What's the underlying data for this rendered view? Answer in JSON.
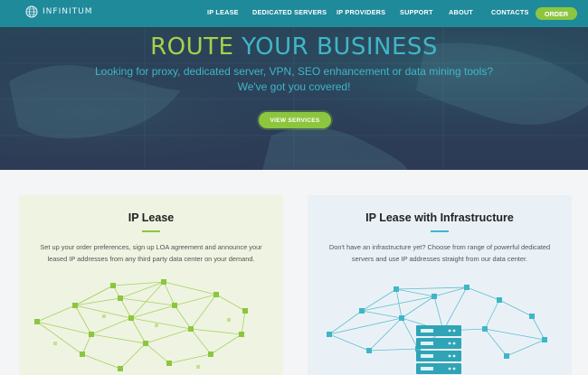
{
  "brand": {
    "name": "INFINITUM",
    "icon": "globe-icon"
  },
  "nav": {
    "items": [
      "IP LEASE",
      "DEDICATED SERVERS",
      "IP PROVIDERS",
      "SUPPORT",
      "ABOUT",
      "CONTACTS"
    ],
    "order_label": "ORDER"
  },
  "hero": {
    "title_part1": "ROUTE",
    "title_part2": "YOUR BUSINESS",
    "subtitle_line1": "Looking for proxy, dedicated server, VPN, SEO enhancement or data mining tools?",
    "subtitle_line2": "We've got you covered!",
    "button_label": "VIEW SERVICES"
  },
  "cards": [
    {
      "title": "IP Lease",
      "text_line1": "Set up your order preferences, sign up LOA agreement and announce your",
      "text_line2": "leased IP addresses from any third party data center on your demand.",
      "illustration": "network-nodes-icon"
    },
    {
      "title": "IP Lease with Infrastructure",
      "text_line1": "Don't have an infrastructure yet? Choose from range of powerful dedicated",
      "text_line2": "servers and use IP addresses straight from our data center.",
      "illustration": "server-network-icon"
    }
  ],
  "colors": {
    "nav_bg": "#1f8a9a",
    "accent_green": "#8cc63f",
    "accent_teal": "#3fb6c8",
    "hero_bg": "#2b3f58"
  }
}
